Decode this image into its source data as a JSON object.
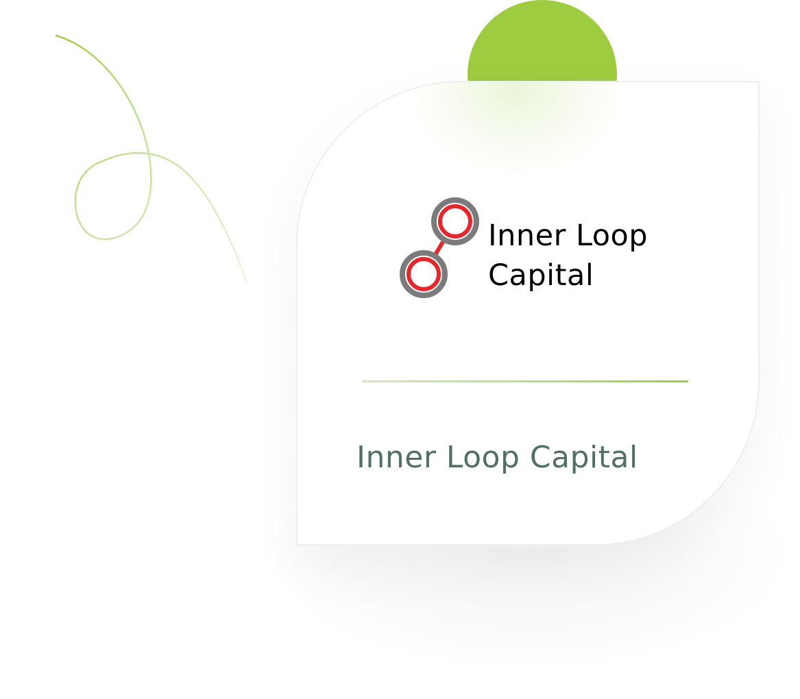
{
  "logo": {
    "line1": "Inner Loop",
    "line2": "Capital"
  },
  "company_name": "Inner Loop Capital",
  "colors": {
    "accent_green": "#9dcc40",
    "logo_red": "#e5262b",
    "logo_gray": "#7b7b7b",
    "name_text": "#4f6f67"
  },
  "icons": {
    "logo_mark": "linked-circles-icon"
  }
}
